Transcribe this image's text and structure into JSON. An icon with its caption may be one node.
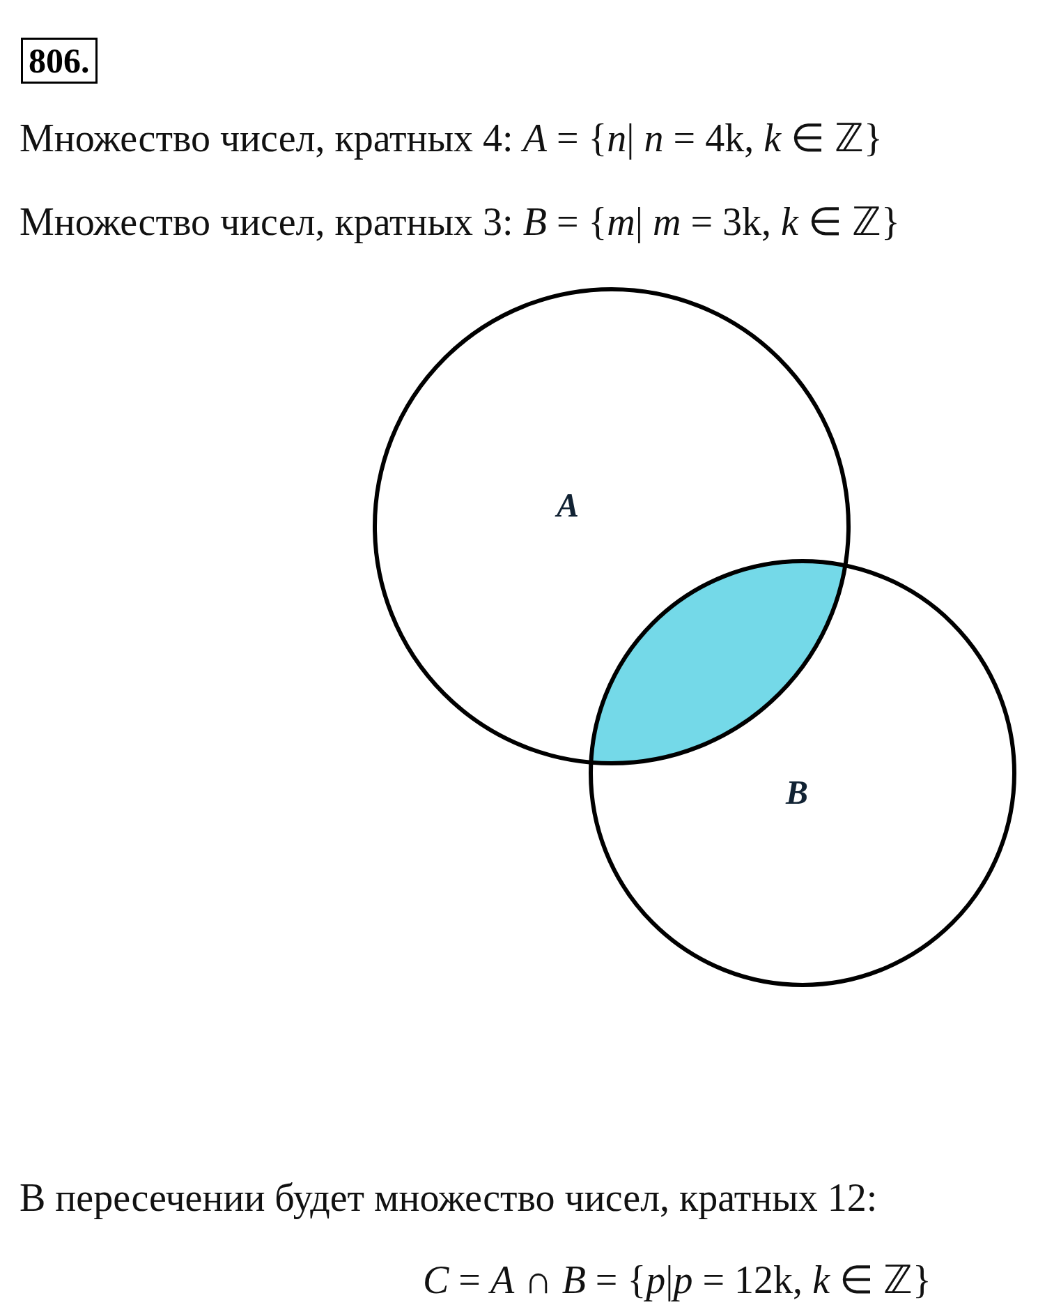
{
  "diagram": {
    "nodes": [
      {
        "text": [
          "A"
        ]
      },
      {
        "text": [
          "B"
        ]
      },
      {
        "text": [],
        "shape": "lens"
      }
    ],
    "edges": [],
    "labels": [
      "806.",
      "Множество чисел, кратных 4: *A* = {*n*| *n* = 4k, *k* ∈ ℤ}",
      "Множество чисел, кратных 3: *B* = {*m*| *m* = 3k, *k* ∈ ℤ}",
      "В пересечении будет множество чисел, кратных 12:",
      "*C* = *A* ∩ *B* = {*p*|*p* = 12k, *k* ∈ ℤ}"
    ]
  }
}
